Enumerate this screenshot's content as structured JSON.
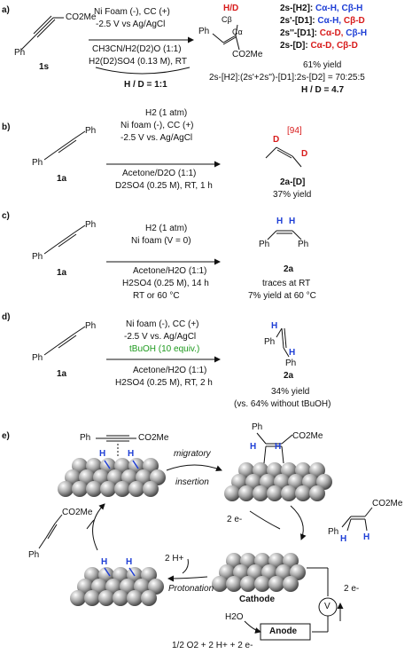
{
  "panel_a": {
    "label": "a)",
    "substrate_label": "1s",
    "substrate_ph": "Ph",
    "substrate_ester": "CO2Me",
    "cond1": "Ni Foam (-), CC (+)",
    "cond2": "-2.5 V vs Ag/AgCl",
    "cond3": "CH3CN/H2(D2)O (1:1)",
    "cond4": "H2(D2)SO4 (0.13 M), RT",
    "ratio_hd": "H / D = 1:1",
    "product_ca": "Cα",
    "product_cb": "Cβ",
    "product_hd": "H/D",
    "product_ph": "Ph",
    "product_ester": "CO2Me",
    "legend": [
      {
        "name": "2s-[H2]:",
        "alpha": "Cα-H,",
        "beta": "Cβ-H"
      },
      {
        "name": "2s'-[D1]:",
        "alpha": "Cα-H,",
        "beta": "Cβ-D"
      },
      {
        "name": "2s''-[D1]:",
        "alpha": "Cα-D,",
        "beta": "Cβ-H"
      },
      {
        "name": "2s-[D]:",
        "alpha": "Cα-D,",
        "beta": "Cβ-D"
      }
    ],
    "yield": "61% yield",
    "ratio_line": "2s-[H2]:(2s'+2s'')-[D1]:2s-[D2] = 70:25:5",
    "hd_final": "H / D = 4.7"
  },
  "panel_b": {
    "label": "b)",
    "substrate_label": "1a",
    "ph_top": "Ph",
    "ph_bottom": "Ph",
    "cond1": "H2 (1 atm)",
    "cond2": "Ni foam (-), CC (+)",
    "cond3": "-2.5 V vs. Ag/AgCl",
    "cond4": "Acetone/D2O (1:1)",
    "cond5": "D2SO4 (0.25 M), RT, 1 h",
    "product_d1": "D",
    "product_d2": "D",
    "product_ref": "[94]",
    "product_label": "2a-[D]",
    "yield": "37% yield"
  },
  "panel_c": {
    "label": "c)",
    "substrate_label": "1a",
    "ph_top": "Ph",
    "ph_bottom": "Ph",
    "cond1": "H2 (1 atm)",
    "cond2": "Ni foam (V = 0)",
    "cond3": "Acetone/H2O (1:1)",
    "cond4": "H2SO4 (0.25 M), 14 h",
    "cond5": "RT or 60 °C",
    "product_h1": "H",
    "product_h2": "H",
    "product_label": "2a",
    "yield1": "traces at RT",
    "yield2": "7% yield at 60 °C"
  },
  "panel_d": {
    "label": "d)",
    "substrate_label": "1a",
    "ph_top": "Ph",
    "ph_bottom": "Ph",
    "cond1": "Ni foam (-), CC (+)",
    "cond2": "-2.5 V vs. Ag/AgCl",
    "cond3": "tBuOH (10 equiv.)",
    "cond4": "Acetone/H2O (1:1)",
    "cond5": "H2SO4 (0.25 M), RT, 2 h",
    "product_h1": "H",
    "product_h2": "H",
    "product_label": "2a",
    "yield1": "34% yield",
    "yield2": "(vs. 64% without tBuOH)"
  },
  "panel_e": {
    "label": "e)",
    "top_left_ph": "Ph",
    "top_left_ester": "CO2Me",
    "migratory": "migratory",
    "insertion": "insertion",
    "h_label": "H",
    "top_right_ph": "Ph",
    "top_right_ester": "CO2Me",
    "two_e": "2 e-",
    "right_ester": "CO2Me",
    "right_h1": "H",
    "right_h2": "H",
    "left_ester": "CO2Me",
    "left_ph": "Ph",
    "two_h": "2 H+",
    "protonation": "Protonation",
    "cathode": "Cathode",
    "volt": "V",
    "right_two_e": "2 e-",
    "water": "H2O",
    "anode": "Anode",
    "oxygen_eq": "1/2 O2 + 2 H+ + 2 e-"
  }
}
